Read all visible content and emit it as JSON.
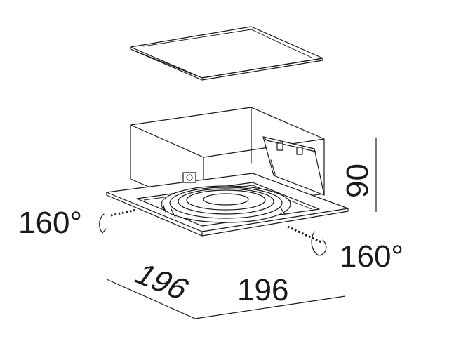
{
  "dimensions": {
    "width_left": "196",
    "width_right": "196",
    "height": "90",
    "tilt_left": "160°",
    "tilt_right": "160°"
  },
  "colors": {
    "line": "#1a1a1a",
    "background": "#ffffff"
  }
}
